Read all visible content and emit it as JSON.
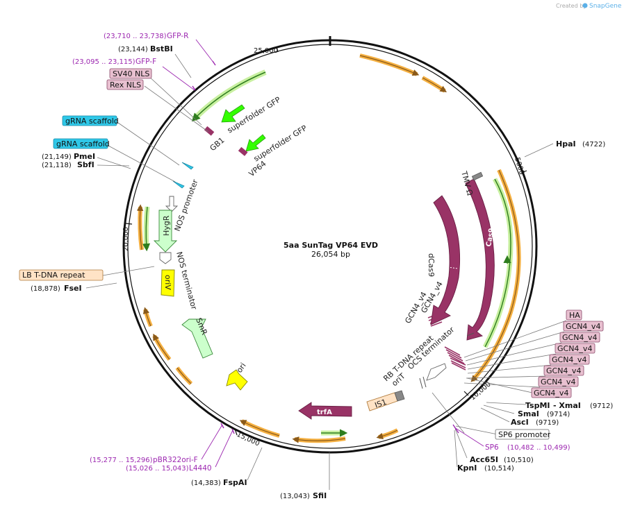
{
  "header": {
    "brand": "Created by",
    "brand_name": "SnapGene"
  },
  "map": {
    "title": "5aa SunTag VP64 EVD",
    "size": "26,054 bp"
  },
  "ticks": [
    "25,000",
    "5000",
    "10,000",
    "15,000",
    "20,000"
  ],
  "sites": {
    "gfpr": {
      "name": "GFP-R",
      "pos": "(23,710 .. 23,738)"
    },
    "bstbi": {
      "name": "BstBI",
      "pos": "(23,144)"
    },
    "gfpf": {
      "name": "GFP-F",
      "pos": "(23,095 .. 23,115)"
    },
    "pmei": {
      "name": "PmeI",
      "pos": "(21,149)"
    },
    "sbfi": {
      "name": "SbfI",
      "pos": "(21,118)"
    },
    "fsei": {
      "name": "FseI",
      "pos": "(18,878)"
    },
    "hpai": {
      "name": "HpaI",
      "pos": "(4722)"
    },
    "tspmi": {
      "name": "TspMI",
      "name2": "- XmaI",
      "pos": "(9712)"
    },
    "smai": {
      "name": "SmaI",
      "pos": "(9714)"
    },
    "asci": {
      "name": "AscI",
      "pos": "(9719)"
    },
    "sp6": {
      "name": "SP6",
      "pos": "(10,482 .. 10,499)"
    },
    "acc65i": {
      "name": "Acc65I",
      "pos": "(10,510)"
    },
    "kpni": {
      "name": "KpnI",
      "pos": "(10,514)"
    },
    "pbr": {
      "name": "pBR322ori-F",
      "pos": "(15,277 .. 15,296)"
    },
    "l4440": {
      "name": "L4440",
      "pos": "(15,026 .. 15,043)"
    },
    "fspai": {
      "name": "FspAI",
      "pos": "(14,383)"
    },
    "sfii": {
      "name": "SfiI",
      "pos": "(13,043)"
    }
  },
  "boxes": {
    "sv40": "SV40 NLS",
    "rex": "Rex NLS",
    "grna1": "gRNA scaffold",
    "grna2": "gRNA scaffold",
    "lbt": "LB T-DNA repeat",
    "ha": "HA",
    "gcn": [
      "GCN4_v4",
      "GCN4_v4",
      "GCN4_v4",
      "GCN4_v4",
      "GCN4_v4",
      "GCN4_v4",
      "GCN4_v4"
    ],
    "sp6prom": "SP6 promoter"
  },
  "features": {
    "sfgfp1": "superfolder GFP",
    "sfgfp2": "superfolder GFP",
    "gb1": "GB1",
    "vp64": "VP64",
    "nos_prom": "NOS promoter",
    "hygr": "HygR",
    "nos_term": "NOS terminator",
    "oriv": "oriV",
    "smr": "SmR",
    "ori": "ori",
    "trfa": "trfA",
    "is1": "IS1",
    "orit": "oriT",
    "rb": "RB T-DNA repeat",
    "ocs": "OCS terminator",
    "gcn_a": "GCN4_v4",
    "gcn_b": "GCN4_v4",
    "dcas9": "dCas9",
    "cas9": "Cas9",
    "tmv": "TMV Ω"
  },
  "colors": {
    "backbone": "#111111",
    "cds": "#993366",
    "gfp": "#33ff00",
    "resistance": "#ccffcc",
    "origin": "#ffff00",
    "orf_arrow": "#f5b041",
    "orf_line": "#55aa33",
    "primer": "#9c27b0",
    "nls_box": "#e8c0d0",
    "grna_box": "#2fc8e8",
    "repeat_box": "#ffe3c6"
  }
}
